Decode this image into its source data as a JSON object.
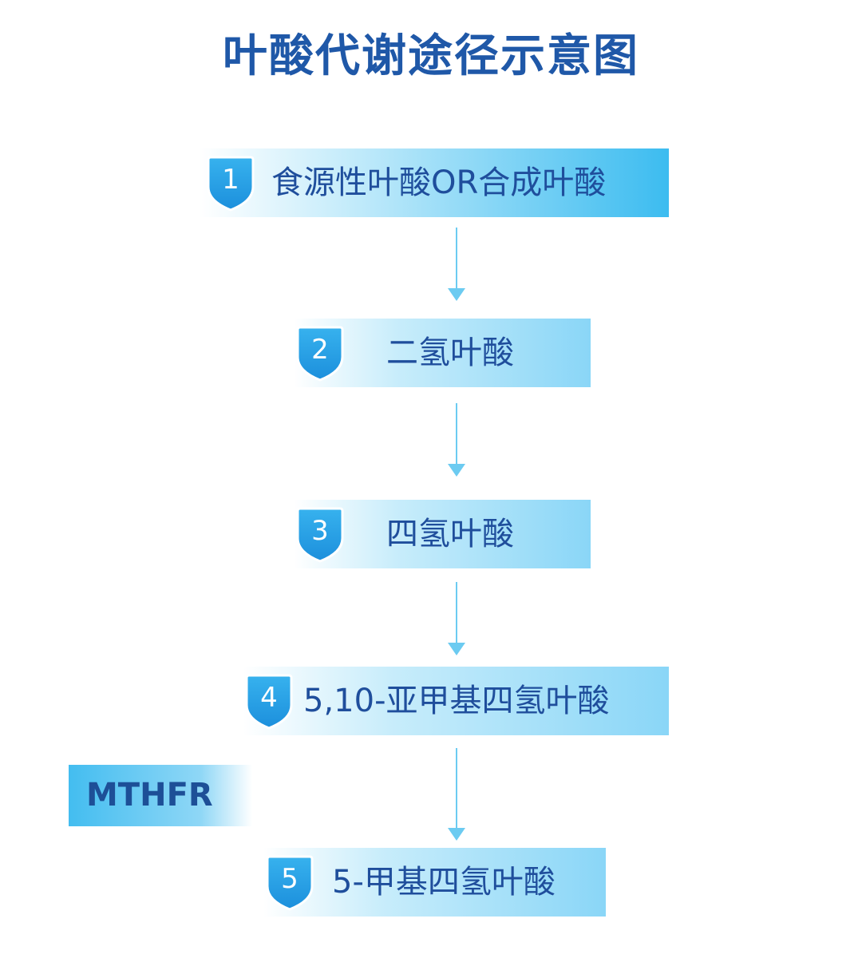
{
  "title": "叶酸代谢途径示意图",
  "steps": [
    {
      "number": "1",
      "label": "食源性叶酸OR合成叶酸"
    },
    {
      "number": "2",
      "label": "二氢叶酸"
    },
    {
      "number": "3",
      "label": "四氢叶酸"
    },
    {
      "number": "4",
      "label": "5,10-亚甲基四氢叶酸"
    },
    {
      "number": "5",
      "label": "5-甲基四氢叶酸"
    }
  ],
  "enzyme": {
    "label": "MTHFR"
  },
  "colors": {
    "title": "#1f58a8",
    "label": "#1f4e9c",
    "bar": "#3cbcf0",
    "badge": "#2d9fe3",
    "arrow": "#6ccbf1"
  },
  "icons": {
    "badge": "shield-icon",
    "arrow": "arrow-down-icon"
  }
}
